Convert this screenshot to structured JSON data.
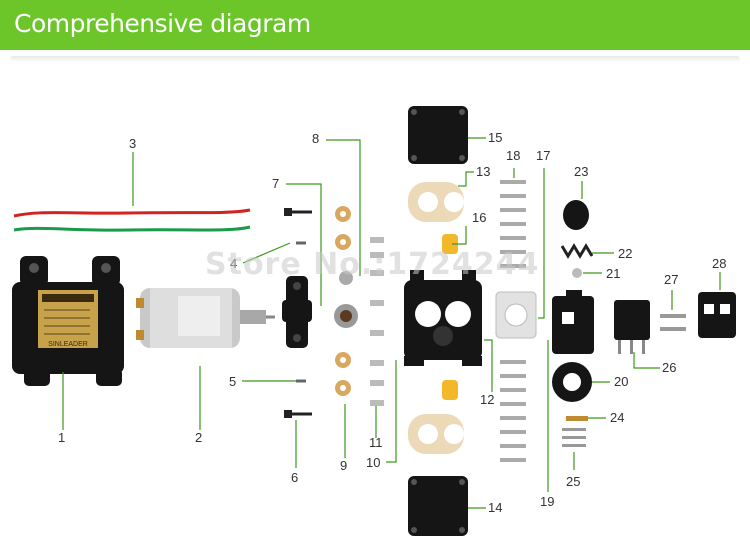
{
  "header": {
    "title": "Comprehensive diagram"
  },
  "watermark": "Store No.:1724244",
  "brand_label": "SINLEADER",
  "colors": {
    "banner": "#6cc62a",
    "leader": "#3a9a1a",
    "wire_red": "#d22222",
    "wire_green": "#1a9a4a"
  },
  "callouts": [
    "1",
    "2",
    "3",
    "4",
    "5",
    "6",
    "7",
    "8",
    "9",
    "10",
    "11",
    "12",
    "13",
    "14",
    "15",
    "16",
    "17",
    "18",
    "19",
    "20",
    "21",
    "22",
    "23",
    "24",
    "25",
    "26",
    "27",
    "28"
  ]
}
